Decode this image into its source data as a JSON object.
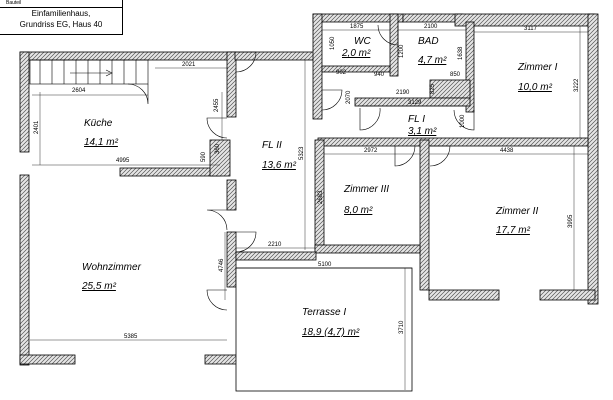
{
  "title_block": {
    "label_small": "Bauteil",
    "line1": "Einfamilienhaus,",
    "line2": "Grundriss EG, Haus 40"
  },
  "rooms": {
    "kueche": {
      "name": "Küche",
      "area": "14,1 m²"
    },
    "fl2": {
      "name": "FL II",
      "area": "13,6 m²"
    },
    "wc": {
      "name": "WC",
      "area": "2,0 m²"
    },
    "bad": {
      "name": "BAD",
      "area": "4,7 m²"
    },
    "zimmer1": {
      "name": "Zimmer I",
      "area": "10,0 m²"
    },
    "fl1": {
      "name": "FL I",
      "area": "3,1 m²"
    },
    "zimmer3": {
      "name": "Zimmer III",
      "area": "8,0 m²"
    },
    "zimmer2": {
      "name": "Zimmer II",
      "area": "17,7 m²"
    },
    "wohnzimmer": {
      "name": "Wohnzimmer",
      "area": "25,5 m²"
    },
    "terrasse": {
      "name": "Terrasse I",
      "area": "18,9  (4,7) m²"
    }
  },
  "dims": {
    "d2604": "2604",
    "d2021": "2021",
    "d2455": "2455",
    "d2401": "2401",
    "d4995": "4995",
    "d590": "590",
    "d360": "360",
    "d5323": "5323",
    "d1875": "1875",
    "d2100": "2100",
    "d3117": "3117",
    "d1050": "1050",
    "d1200": "1200",
    "d1638": "1638",
    "d902": "902",
    "d940": "940",
    "d850": "850",
    "d2070": "2070",
    "d2190": "2190",
    "d825": "825",
    "d3129": "3129",
    "d1000": "1000",
    "d3222": "3222",
    "d2972": "2972",
    "d4438": "4438",
    "d2683": "2683",
    "d3995": "3995",
    "d2210": "2210",
    "d5100": "5100",
    "d4746": "4746",
    "d3710": "3710",
    "d5385": "5385"
  }
}
